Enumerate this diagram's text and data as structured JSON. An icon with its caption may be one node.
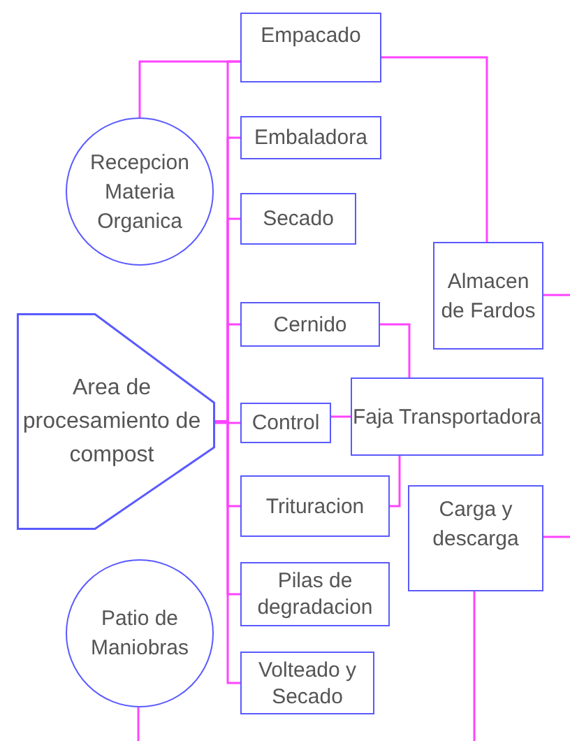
{
  "diagram": {
    "nodes": [
      {
        "text": [
          "Empacado"
        ]
      },
      {
        "text": [
          "Recepcion Materia Organica"
        ]
      },
      {
        "text": [
          "Embaladora"
        ]
      },
      {
        "text": [
          "Secado"
        ]
      },
      {
        "text": [
          "Almacen de Fardos"
        ]
      },
      {
        "text": [
          "Cernido"
        ]
      },
      {
        "text": [
          "Area de procesamiento de compost"
        ]
      },
      {
        "text": [
          "Control"
        ]
      },
      {
        "text": [
          "Faja Transportadora"
        ]
      },
      {
        "text": [
          "Trituracion"
        ]
      },
      {
        "text": [
          "Carga y descarga"
        ]
      },
      {
        "text": [
          "Pilas de degradacion"
        ]
      },
      {
        "text": [
          "Patio de Maniobras"
        ]
      },
      {
        "text": [
          "Volteado y Secado"
        ]
      }
    ],
    "edges": [
      {
        "from": 1,
        "to": 0,
        "arrow": "none"
      },
      {
        "from": 6,
        "to": 0,
        "arrow": "none"
      },
      {
        "from": 6,
        "to": 2,
        "arrow": "none"
      },
      {
        "from": 6,
        "to": 3,
        "arrow": "none"
      },
      {
        "from": 6,
        "to": 5,
        "arrow": "none"
      },
      {
        "from": 6,
        "to": 7,
        "arrow": "none"
      },
      {
        "from": 6,
        "to": 9,
        "arrow": "none"
      },
      {
        "from": 6,
        "to": 11,
        "arrow": "none"
      },
      {
        "from": 6,
        "to": 13,
        "arrow": "none"
      },
      {
        "from": 0,
        "to": 4,
        "arrow": "none"
      },
      {
        "from": 4,
        "to": null,
        "arrow": "none"
      },
      {
        "from": 5,
        "to": 8,
        "arrow": "none"
      },
      {
        "from": 7,
        "to": 8,
        "arrow": "none"
      },
      {
        "from": 9,
        "to": 8,
        "arrow": "none"
      },
      {
        "from": 10,
        "to": null,
        "arrow": "none"
      },
      {
        "from": 10,
        "to": null,
        "arrow": "none"
      },
      {
        "from": 12,
        "to": null,
        "arrow": "none"
      }
    ]
  }
}
